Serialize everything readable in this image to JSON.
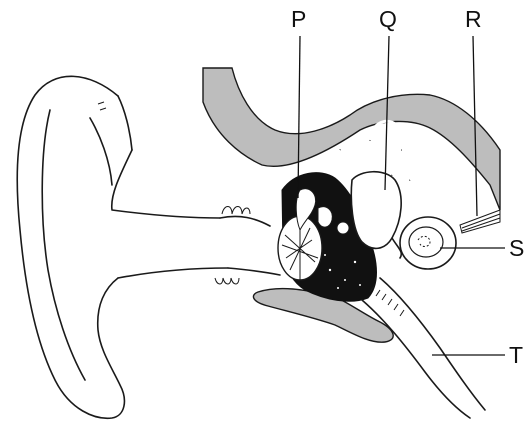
{
  "diagram": {
    "labels": [
      {
        "id": "P",
        "text": "P"
      },
      {
        "id": "Q",
        "text": "Q"
      },
      {
        "id": "R",
        "text": "R"
      },
      {
        "id": "S",
        "text": "S"
      },
      {
        "id": "T",
        "text": "T"
      }
    ],
    "colors": {
      "bone": "#bdbdbd",
      "ink": "#111111",
      "paper": "#ffffff"
    }
  }
}
